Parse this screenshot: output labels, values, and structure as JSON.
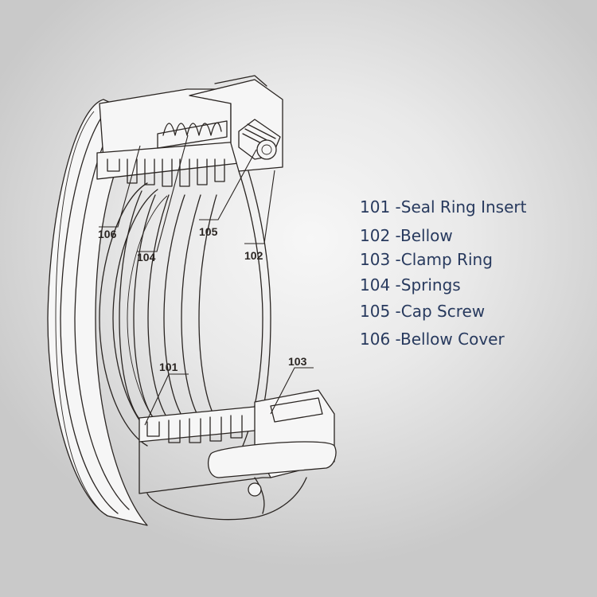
{
  "callouts": [
    "106",
    "104",
    "105",
    "102",
    "101",
    "103"
  ],
  "legend": [
    "101 -Seal Ring Insert",
    "102 -Bellow",
    "103 -Clamp Ring",
    "104 -Springs",
    "105 -Cap Screw",
    "106 -Bellow Cover"
  ],
  "colors": {
    "legend_text": "#283a5e",
    "line_art": "#2a2522",
    "background": "#e6e6e6"
  }
}
